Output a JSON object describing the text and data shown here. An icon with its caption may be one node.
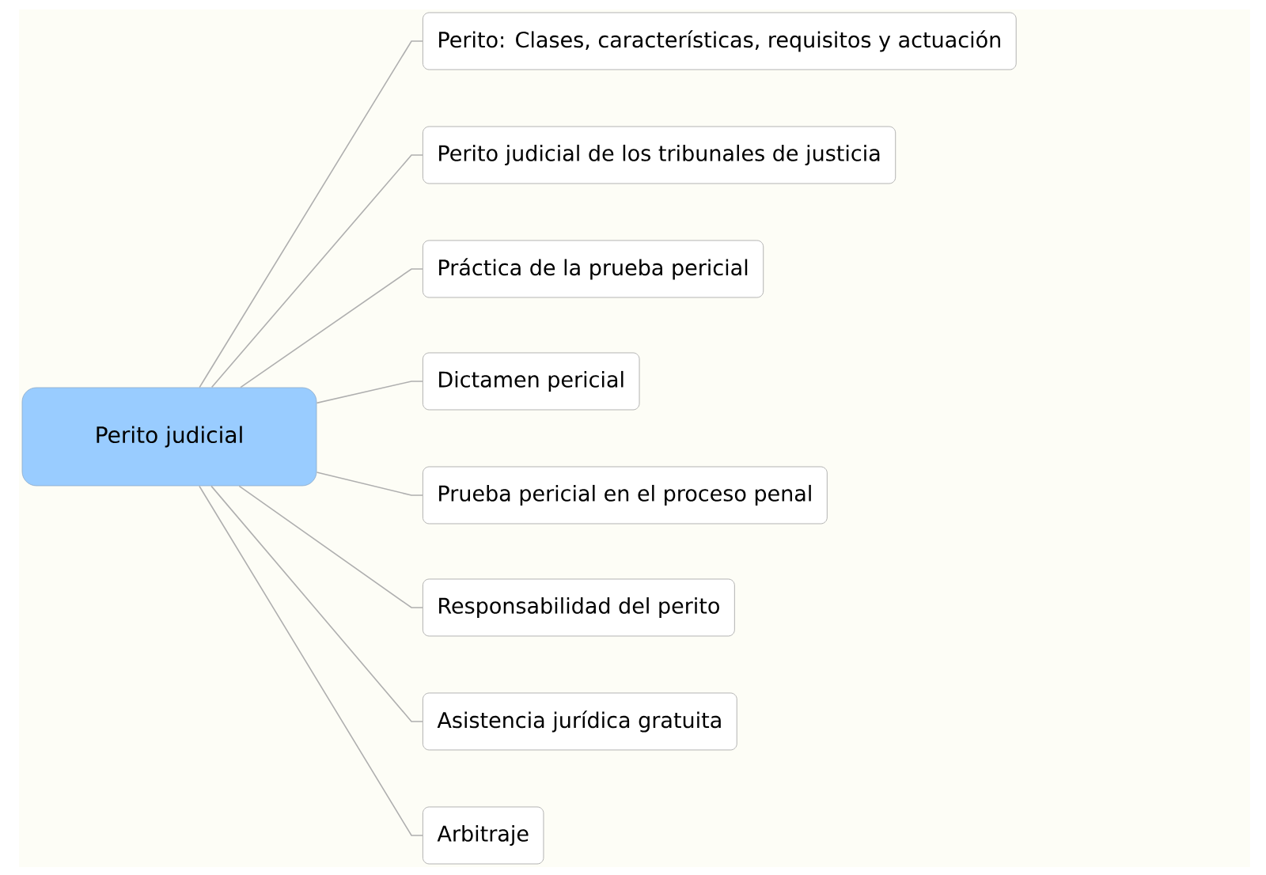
{
  "diagram": {
    "nodes": [
      {
        "text": [
          "Perito judicial"
        ]
      },
      {
        "text": [
          "Perito: Clases, características, requisitos y actuación"
        ]
      },
      {
        "text": [
          "Perito judicial de los tribunales de justicia"
        ]
      },
      {
        "text": [
          "Práctica de la prueba pericial"
        ]
      },
      {
        "text": [
          "Dictamen pericial"
        ]
      },
      {
        "text": [
          "Prueba pericial en el proceso penal"
        ]
      },
      {
        "text": [
          "Responsabilidad del perito"
        ]
      },
      {
        "text": [
          "Asistencia jurídica gratuita"
        ]
      },
      {
        "text": [
          "Arbitraje"
        ]
      }
    ],
    "edges": [
      {
        "from": 0,
        "to": 1,
        "arrow": "none"
      },
      {
        "from": 0,
        "to": 2,
        "arrow": "none"
      },
      {
        "from": 0,
        "to": 3,
        "arrow": "none"
      },
      {
        "from": 0,
        "to": 4,
        "arrow": "none"
      },
      {
        "from": 0,
        "to": 5,
        "arrow": "none"
      },
      {
        "from": 0,
        "to": 6,
        "arrow": "none"
      },
      {
        "from": 0,
        "to": 7,
        "arrow": "none"
      },
      {
        "from": 0,
        "to": 8,
        "arrow": "none"
      }
    ]
  }
}
